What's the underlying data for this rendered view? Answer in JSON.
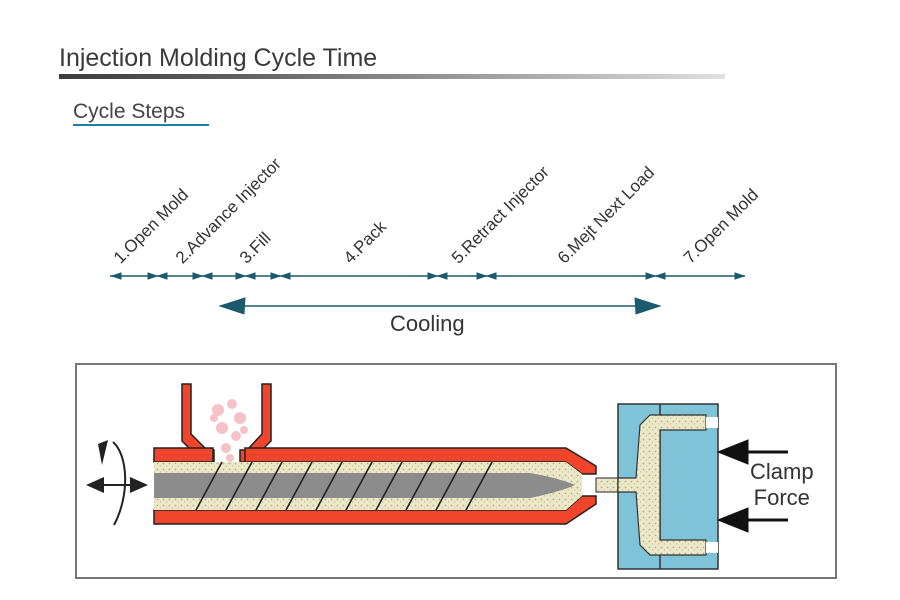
{
  "header": {
    "title": "Injection Molding Cycle Time",
    "subtitle": "Cycle Steps"
  },
  "timeline": {
    "steps": [
      {
        "label": "1.Open Mold"
      },
      {
        "label": "2.Advance Injector"
      },
      {
        "label": "3.Fill"
      },
      {
        "label": "4.Pack"
      },
      {
        "label": "5.Retract Injector"
      },
      {
        "label": "6.Mejt Next Load"
      },
      {
        "label": "7.Open Mold"
      }
    ],
    "cooling_label": "Cooling",
    "accent_color": "#1c5a6e"
  },
  "machine": {
    "clamp_label_line1": "Clamp",
    "clamp_label_line2": "Force",
    "colors": {
      "barrel": "#f0452a",
      "screw": "#8c8c8c",
      "melt": "#e8e4c4",
      "mold": "#7fc3d8"
    }
  }
}
